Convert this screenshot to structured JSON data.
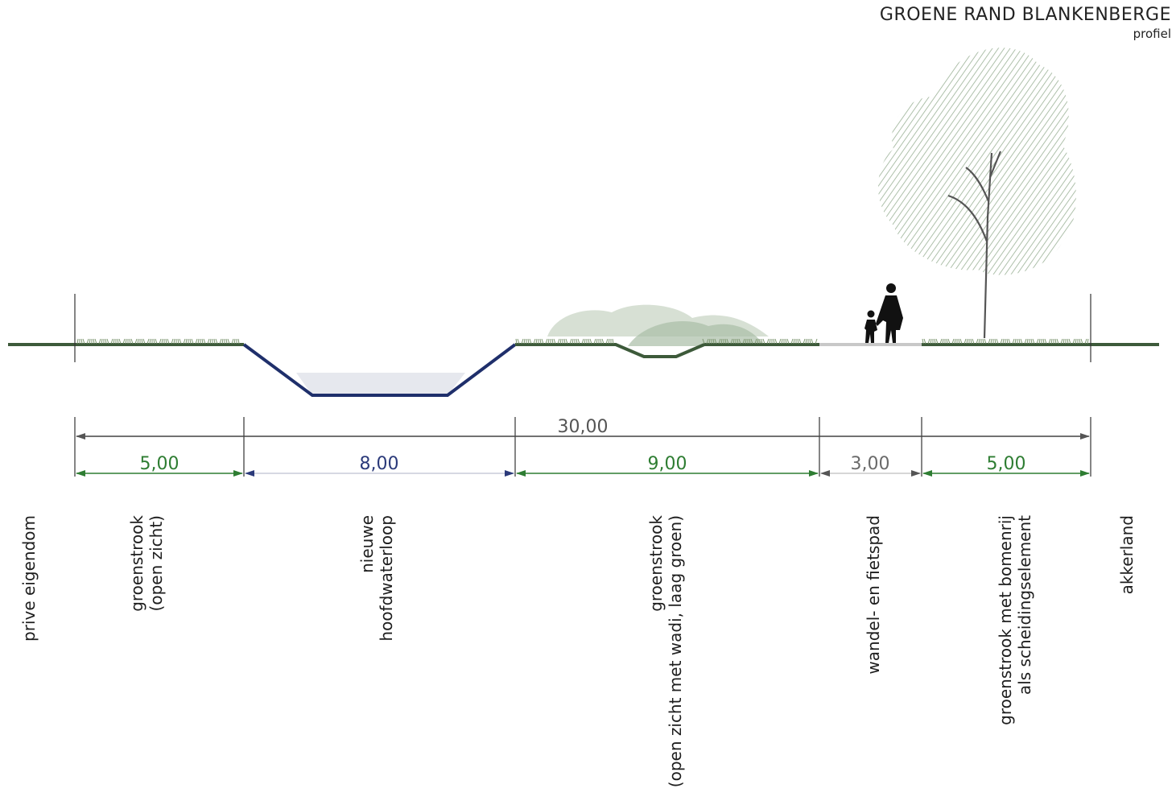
{
  "header": {
    "title": "GROENE RAND BLANKENBERGE",
    "subtitle": "profiel"
  },
  "dimensions": {
    "total": "30,00",
    "segments": [
      "5,00",
      "8,00",
      "9,00",
      "3,00",
      "5,00"
    ]
  },
  "zones": [
    {
      "line1": "prive eigendom",
      "line2": ""
    },
    {
      "line1": "groenstrook",
      "line2": "(open zicht)"
    },
    {
      "line1": "nieuwe",
      "line2": "hoofdwaterloop"
    },
    {
      "line1": "groenstrook",
      "line2": "(open zicht met wadi, laag groen)"
    },
    {
      "line1": "wandel- en fietspad",
      "line2": ""
    },
    {
      "line1": "groenstrook met bomenrij",
      "line2": "als scheidingselement"
    },
    {
      "line1": "akkerland",
      "line2": ""
    }
  ],
  "colors": {
    "ground": "#3d5a3a",
    "grass": "#6f8a63",
    "water_line": "#1f2f6b",
    "water_fill": "#e6e8ee",
    "green_dim": "#2e7d32",
    "navy_dim": "#2b3a7a",
    "gray_dim": "#6a6a6a",
    "path": "#c8c8c8",
    "tree": "#8fa88a"
  }
}
